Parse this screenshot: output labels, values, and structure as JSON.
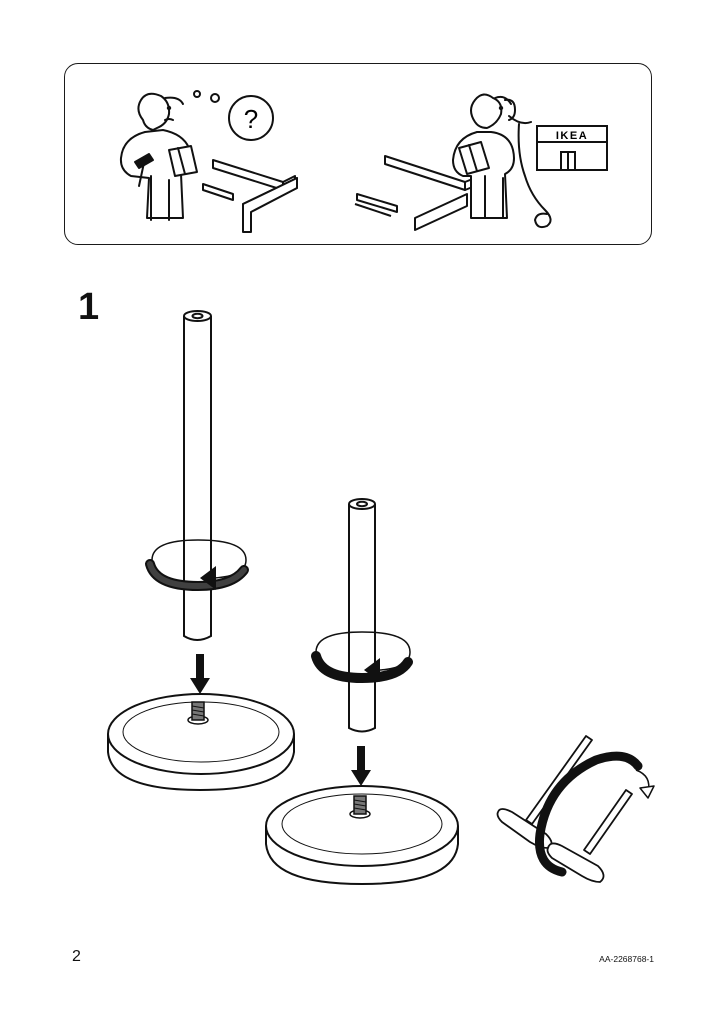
{
  "header_panel": {
    "question_mark": "?",
    "store_sign": "IKEA"
  },
  "step": {
    "number": "1"
  },
  "footer": {
    "page_number": "2",
    "document_code": "AA-2268768-1"
  },
  "icons": [
    "confused-person-icon",
    "phone-person-icon",
    "store-icon",
    "leg-icon",
    "base-icon",
    "screw-in-arrow-icon",
    "down-arrow-icon",
    "flip-over-icon"
  ]
}
